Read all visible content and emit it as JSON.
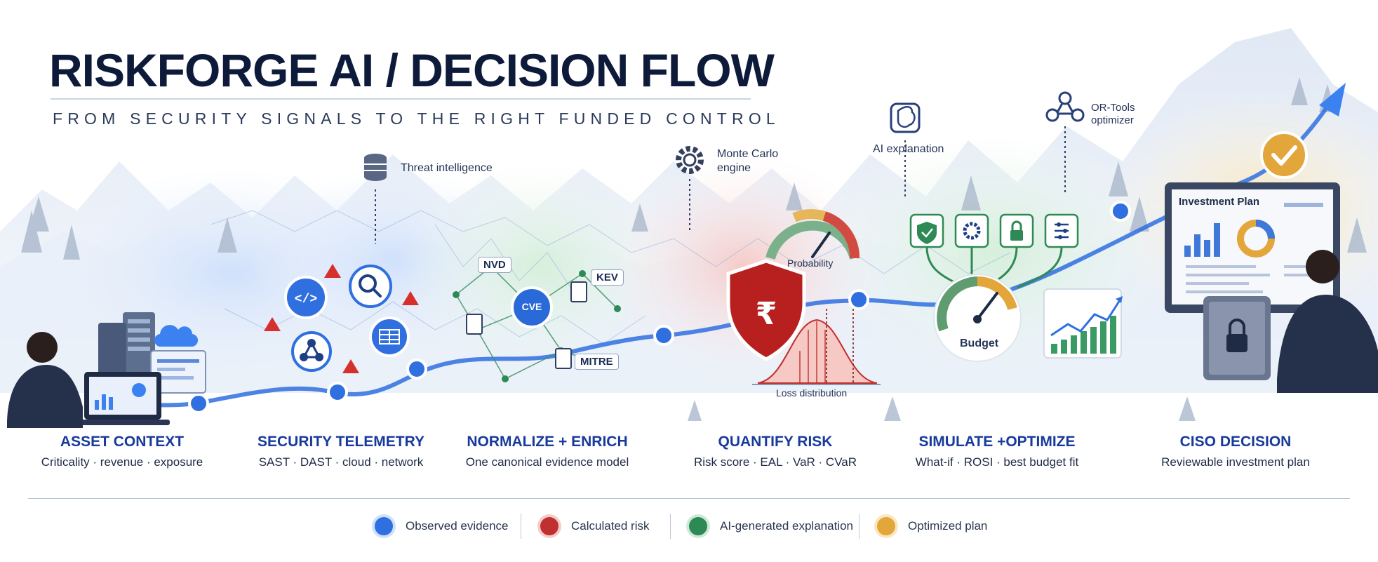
{
  "header": {
    "title": "RISKFORGE AI / DECISION FLOW",
    "subtitle": "FROM SECURITY SIGNALS TO THE RIGHT FUNDED CONTROL"
  },
  "stages": [
    {
      "title": "ASSET CONTEXT",
      "subtitle": "Criticality · revenue · exposure"
    },
    {
      "title": "SECURITY TELEMETRY",
      "subtitle": "SAST · DAST · cloud · network"
    },
    {
      "title": "NORMALIZE + ENRICH",
      "subtitle": "One canonical evidence model"
    },
    {
      "title": "QUANTIFY RISK",
      "subtitle": "Risk score · EAL · VaR · CVaR"
    },
    {
      "title": "SIMULATE +OPTIMIZE",
      "subtitle": "What-if · ROSI · best budget fit"
    },
    {
      "title": "CISO DECISION",
      "subtitle": "Reviewable investment plan"
    }
  ],
  "callouts": {
    "threat_intel": "Threat intelligence",
    "monte_carlo": "Monte Carlo\nengine",
    "ai_explanation": "AI explanation",
    "or_tools": "OR-Tools\noptimizer"
  },
  "graph_labels": {
    "nvd": "NVD",
    "kev": "KEV",
    "cve": "CVE",
    "mitre": "MITRE"
  },
  "gauges": {
    "probability": "Probability",
    "budget": "Budget",
    "loss_distribution": "Loss distribution"
  },
  "panel": {
    "title": "Investment Plan"
  },
  "legend": [
    {
      "label": "Observed evidence",
      "color": "#2f6fe0"
    },
    {
      "label": "Calculated risk",
      "color": "#c0302f"
    },
    {
      "label": "AI-generated explanation",
      "color": "#2e8a55"
    },
    {
      "label": "Optimized plan",
      "color": "#e2a63a"
    }
  ],
  "colors": {
    "blue": "#2f6fe0",
    "red": "#c0302f",
    "green": "#2e8a55",
    "gold": "#e2a63a",
    "navy": "#0d1a3a",
    "stage_title": "#183a9c"
  },
  "icons": [
    "database-icon",
    "gear-icon",
    "brain-chip-icon",
    "graph-nodes-icon",
    "code-icon",
    "search-icon",
    "firewall-icon",
    "warning-icon",
    "document-icon",
    "rupee-shield-icon",
    "shield-check-icon",
    "lock-icon",
    "sliders-icon",
    "checkmark-badge-icon",
    "arrow-up-icon"
  ]
}
